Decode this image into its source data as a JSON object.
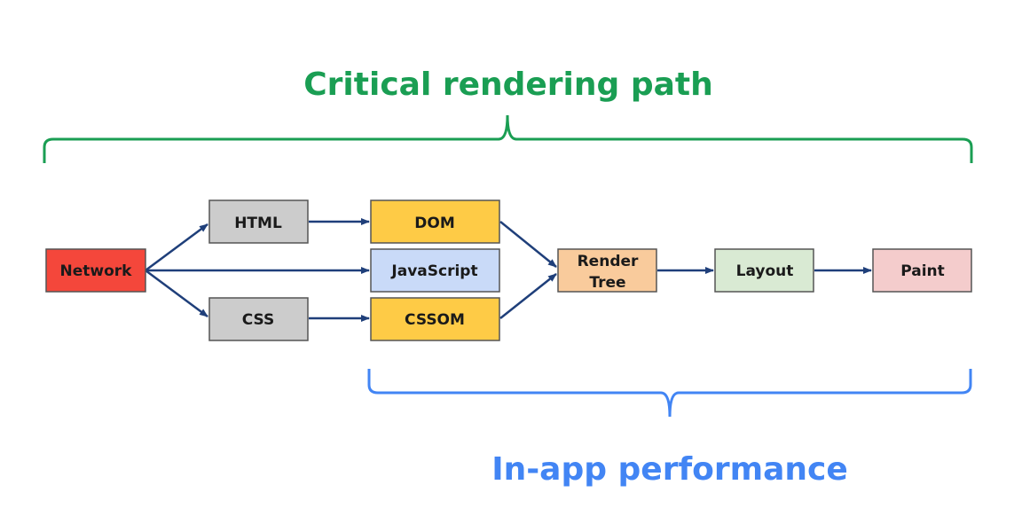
{
  "title_top": "Critical rendering path",
  "title_bottom": "In-app performance",
  "colors": {
    "top_brace": "#1a9e53",
    "bottom_brace": "#4285f4",
    "arrow": "#1f3f7a",
    "box_border": "#555555"
  },
  "nodes": {
    "network": {
      "label": "Network",
      "fill": "#f4473b"
    },
    "html": {
      "label": "HTML",
      "fill": "#cccccc"
    },
    "css": {
      "label": "CSS",
      "fill": "#cccccc"
    },
    "dom": {
      "label": "DOM",
      "fill": "#fecb46"
    },
    "javascript": {
      "label": "JavaScript",
      "fill": "#c9daf8"
    },
    "cssom": {
      "label": "CSSOM",
      "fill": "#fecb46"
    },
    "render_tree": {
      "label_line1": "Render",
      "label_line2": "Tree",
      "fill": "#f9cb9c"
    },
    "layout": {
      "label": "Layout",
      "fill": "#d9ead3"
    },
    "paint": {
      "label": "Paint",
      "fill": "#f4cccc"
    }
  }
}
